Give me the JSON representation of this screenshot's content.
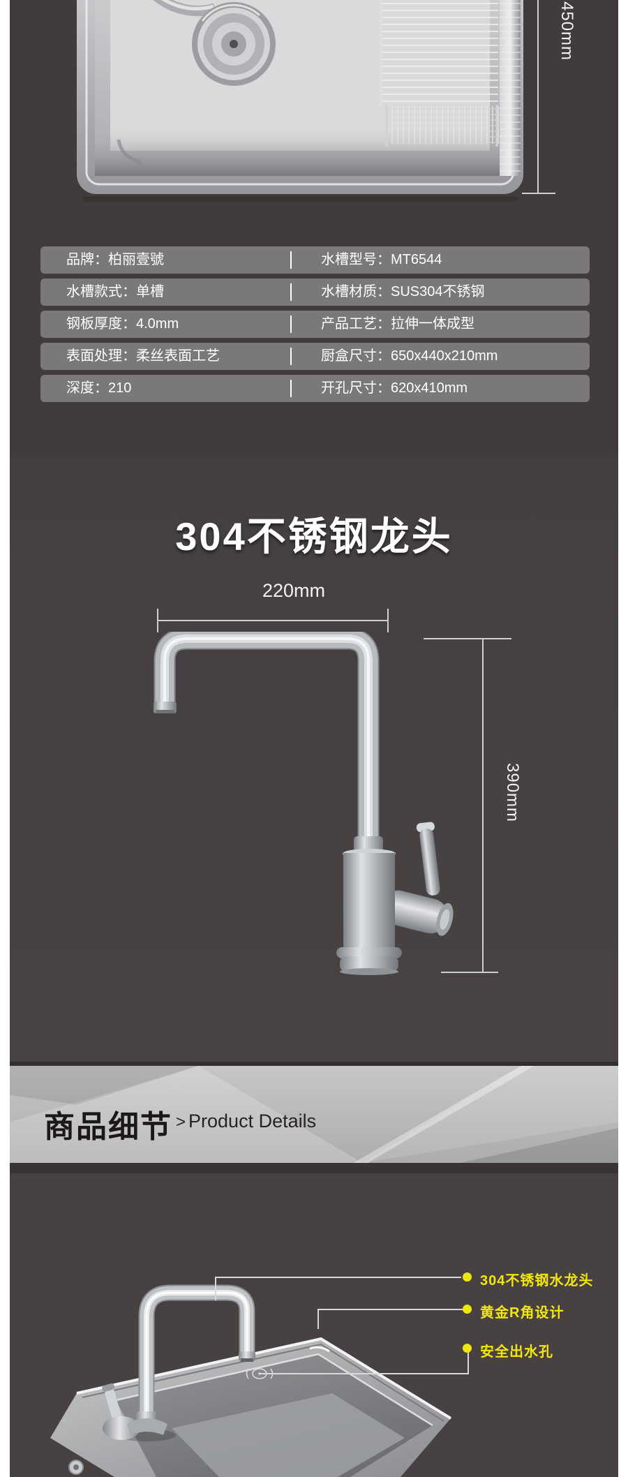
{
  "colors": {
    "page_white": "#ffffff",
    "panel_dark": "#413c3b",
    "table_row_bg": "#7b7878",
    "accent_yellow": "#f2e70d",
    "banner_silver": "#bcbabb",
    "dimension_line": "#cfcfcf"
  },
  "top_section": {
    "photo": "stainless-sink-top-view",
    "height_dim": "450mm"
  },
  "spec_table": {
    "rows": [
      {
        "left": "品牌：柏丽壹號",
        "right": "水槽型号：MT6544"
      },
      {
        "left": "水槽款式：单槽",
        "right": "水槽材质：SUS304不锈钢"
      },
      {
        "left": "钢板厚度：4.0mm",
        "right": "产品工艺：拉伸一体成型"
      },
      {
        "left": "表面处理：柔丝表面工艺",
        "right": "厨盒尺寸：650x440x210mm"
      },
      {
        "left": "深度：210",
        "right": "开孔尺寸：620x410mm"
      }
    ]
  },
  "faucet_section": {
    "title": "304不锈钢龙头",
    "width_dim": "220mm",
    "height_dim": "390mm"
  },
  "details_banner": {
    "title_cn": "商品细节",
    "arrow": ">",
    "title_en": "Product Details"
  },
  "details_section": {
    "annotations": [
      {
        "label": "304不锈钢水龙头"
      },
      {
        "label": "黄金R角设计"
      },
      {
        "label": "安全出水孔"
      }
    ]
  }
}
